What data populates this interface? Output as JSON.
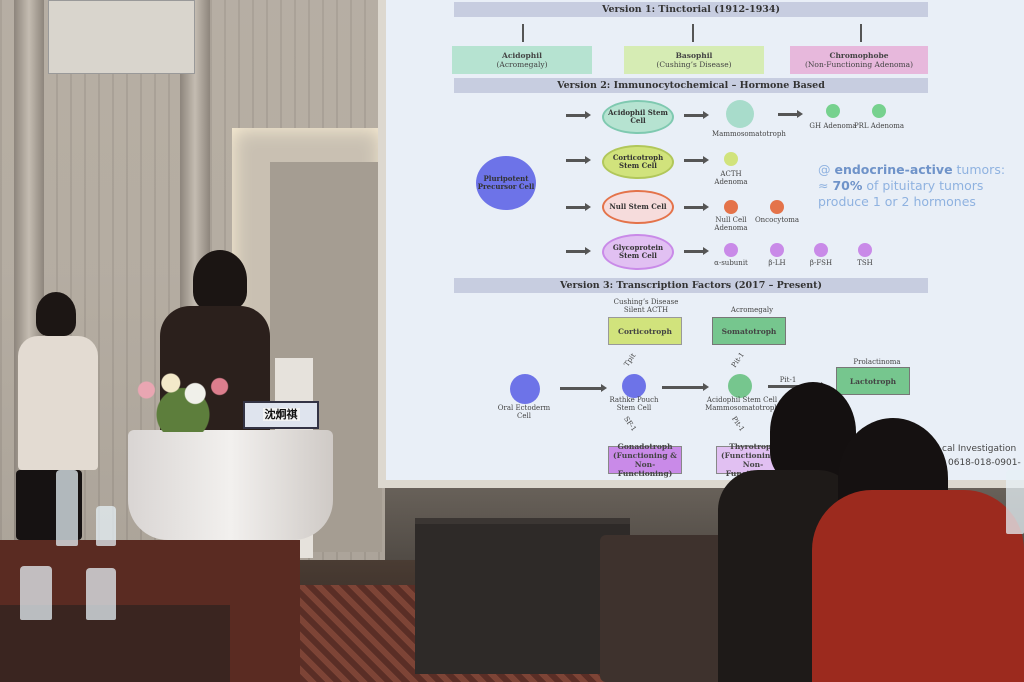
{
  "slide": {
    "version1": {
      "title": "Version 1: Tinctorial (1912-1934)",
      "boxes": [
        {
          "name": "Acidophil",
          "sub": "(Acromegaly)"
        },
        {
          "name": "Basophil",
          "sub": "(Cushing’s Disease)"
        },
        {
          "name": "Chromophobe",
          "sub": "(Non-Functioning Adenoma)"
        }
      ]
    },
    "version2": {
      "title": "Version 2: Immunocytochemical – Hormone Based",
      "pluripotent": "Pluripotent Precursor Cell",
      "stem_cells": [
        "Acidophil Stem Cell",
        "Corticotroph Stem Cell",
        "Null Stem Cell",
        "Glycoprotein Stem Cell"
      ],
      "mammosomatotroph": "Mammosomatotroph",
      "gh": "GH Adenoma",
      "prl": "PRL Adenoma",
      "acth": "ACTH Adenoma",
      "null_cell": "Null Cell Adenoma",
      "oncocytoma": "Oncocytoma",
      "glyco": [
        "α-subunit",
        "β-LH",
        "β-FSH",
        "TSH"
      ]
    },
    "note": {
      "line1_prefix": "@ ",
      "line1_bold": "endocrine-active",
      "line1_suffix": " tumors:",
      "line2_prefix": "≈ ",
      "line2_bold": "70%",
      "line2_suffix": " of pituitary tumors",
      "line3": "produce 1 or 2 hormones"
    },
    "version3": {
      "title": "Version 3: Transcription Factors (2017 – Present)",
      "oral": "Oral Ectoderm Cell",
      "rathke": "Rathke Pouch Stem Cell",
      "acidophil": "Acidophil Stem Cell Mammosomatotroph",
      "cushing_note": "Cushing’s Disease Silent ACTH",
      "corticotroph": "Corticotroph",
      "acromegaly_note": "Acromegaly",
      "somatotroph": "Somatotroph",
      "prolactinoma_note": "Prolactinoma",
      "lactotroph": "Lactotroph",
      "gonadotroph": "Gonadotroph (Functioning & Non-Functioning)",
      "thyrotroph": "Thyrotroph (Functioning & Non-Functioning)",
      "tf_tpit": "Tpit",
      "tf_pit1a": "Pit-1",
      "tf_pit1b": "Pit-1",
      "tf_sf1": "SF-1",
      "tf_gata": "Pit-1"
    },
    "footer_line1": "cal Investigation",
    "footer_line2": "0618-018-0901-"
  },
  "nameplate": "沈炯祺",
  "colors": {
    "v1_acidophil": "#b6e3d1",
    "v1_basophil": "#d6ecb4",
    "v1_chromophobe": "#e7b8dc",
    "pluripotent": "#6d73e8",
    "cortico": "#d1e37c",
    "somato": "#76c68e",
    "gonado": "#c98ae8",
    "null": "#e4734a"
  }
}
